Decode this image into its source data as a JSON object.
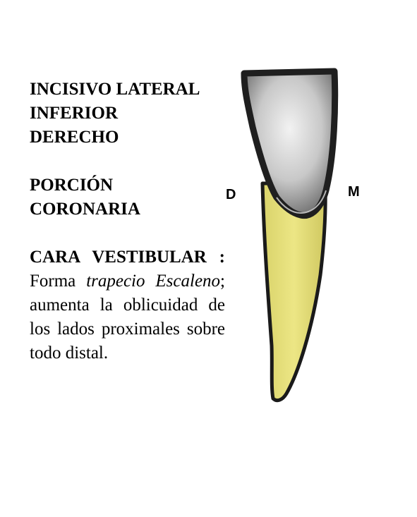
{
  "title_lines": [
    "INCISIVO LATERAL",
    "INFERIOR",
    "DERECHO"
  ],
  "section_lines": [
    "PORCIÓN",
    "CORONARIA"
  ],
  "cara": {
    "label": "CARA VESTIBULAR :",
    "text_1": " Forma ",
    "italic": "trapecio Escaleno",
    "text_2": "; aumenta la oblicuidad de los lados proximales sobre todo distal."
  },
  "labels": {
    "distal": "D",
    "mesial": "M"
  },
  "colors": {
    "crown": "#c4c4c4",
    "crown_outline": "#222222",
    "root": "#e6e080",
    "root_outline": "#1a1a1a"
  }
}
